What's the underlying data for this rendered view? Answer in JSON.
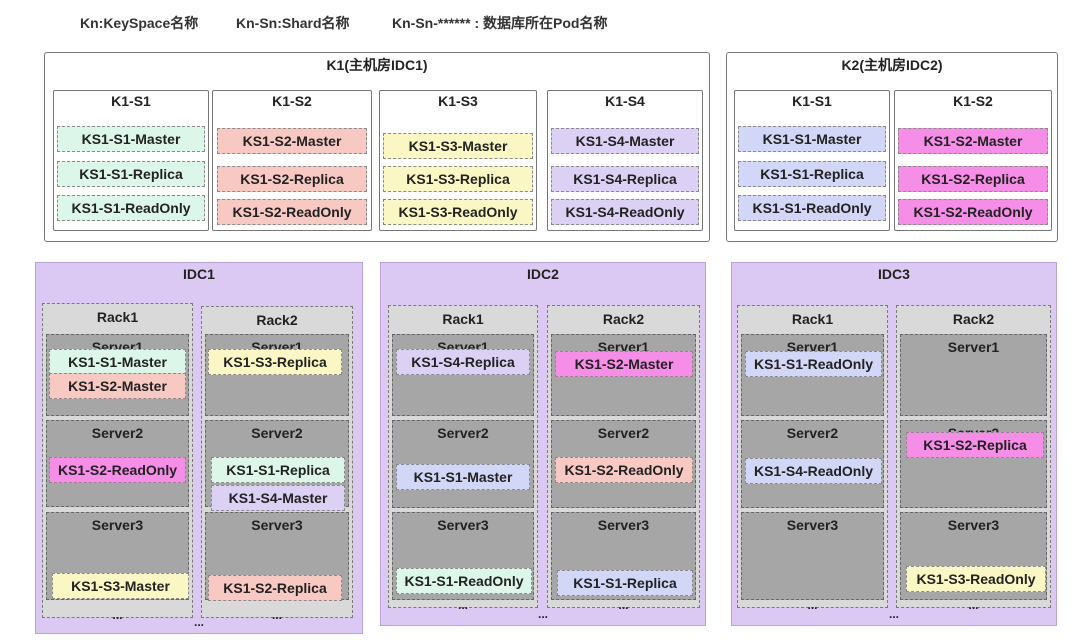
{
  "legend": {
    "keyspace": "Kn:KeySpace名称",
    "shard": "Kn-Sn:Shard名称",
    "pod": "Kn-Sn-****** : 数据库所在Pod名称"
  },
  "keyspaces": [
    {
      "title": "K1(主机房IDC1)",
      "shards": [
        {
          "title": "K1-S1",
          "pods": [
            "KS1-S1-Master",
            "KS1-S1-Replica",
            "KS1-S1-ReadOnly"
          ]
        },
        {
          "title": "K1-S2",
          "pods": [
            "KS1-S2-Master",
            "KS1-S2-Replica",
            "KS1-S2-ReadOnly"
          ]
        },
        {
          "title": "K1-S3",
          "pods": [
            "KS1-S3-Master",
            "KS1-S3-Replica",
            "KS1-S3-ReadOnly"
          ]
        },
        {
          "title": "K1-S4",
          "pods": [
            "KS1-S4-Master",
            "KS1-S4-Replica",
            "KS1-S4-ReadOnly"
          ]
        }
      ]
    },
    {
      "title": "K2(主机房IDC2)",
      "shards": [
        {
          "title": "K1-S1",
          "pods": [
            "KS1-S1-Master",
            "KS1-S1-Replica",
            "KS1-S1-ReadOnly"
          ]
        },
        {
          "title": "K1-S2",
          "pods": [
            "KS1-S2-Master",
            "KS1-S2-Replica",
            "KS1-S2-ReadOnly"
          ]
        }
      ]
    }
  ],
  "idcs": [
    {
      "title": "IDC1",
      "racks": [
        {
          "title": "Rack1",
          "servers": [
            {
              "title": "Server1",
              "pods": [
                "KS1-S1-Master",
                "KS1-S2-Master"
              ]
            },
            {
              "title": "Server2",
              "pods": [
                "KS1-S2-ReadOnly"
              ]
            },
            {
              "title": "Server3",
              "pods": [
                "KS1-S3-Master"
              ]
            }
          ],
          "more": "..."
        },
        {
          "title": "Rack2",
          "servers": [
            {
              "title": "Server1",
              "pods": [
                "KS1-S3-Replica"
              ]
            },
            {
              "title": "Server2",
              "pods": [
                "KS1-S1-Replica",
                "KS1-S4-Master"
              ]
            },
            {
              "title": "Server3",
              "pods": [
                "KS1-S2-Replica"
              ]
            }
          ],
          "more": "..."
        }
      ],
      "more": "..."
    },
    {
      "title": "IDC2",
      "racks": [
        {
          "title": "Rack1",
          "servers": [
            {
              "title": "Server1",
              "pods": [
                "KS1-S4-Replica"
              ]
            },
            {
              "title": "Server2",
              "pods": [
                "KS1-S1-Master"
              ]
            },
            {
              "title": "Server3",
              "pods": [
                "KS1-S1-ReadOnly"
              ]
            }
          ],
          "more": "..."
        },
        {
          "title": "Rack2",
          "servers": [
            {
              "title": "Server1",
              "pods": [
                "KS1-S2-Master"
              ]
            },
            {
              "title": "Server2",
              "pods": [
                "KS1-S2-ReadOnly"
              ]
            },
            {
              "title": "Server3",
              "pods": [
                "KS1-S1-Replica"
              ]
            }
          ],
          "more": "..."
        }
      ],
      "more": "..."
    },
    {
      "title": "IDC3",
      "racks": [
        {
          "title": "Rack1",
          "servers": [
            {
              "title": "Server1",
              "pods": [
                "KS1-S1-ReadOnly"
              ]
            },
            {
              "title": "Server2",
              "pods": [
                "KS1-S4-ReadOnly"
              ]
            },
            {
              "title": "Server3",
              "pods": []
            }
          ],
          "more": "..."
        },
        {
          "title": "Rack2",
          "servers": [
            {
              "title": "Server1",
              "pods": []
            },
            {
              "title": "Server2",
              "pods": [
                "KS1-S2-Replica"
              ]
            },
            {
              "title": "Server3",
              "pods": [
                "KS1-S3-ReadOnly"
              ]
            }
          ],
          "more": "..."
        }
      ],
      "more": "..."
    }
  ],
  "colors": {
    "ks1_s1": "#dcf7ea",
    "ks1_s2": "#f8c9c3",
    "ks1_s3": "#fbf7c4",
    "ks1_s4": "#dcd0f4",
    "ks2_s1": "#d3d7f7",
    "ks2_s2": "#f68ee8",
    "idc_background": "#dcc9f3",
    "rack_background": "#d9d9d9",
    "server_background": "#a6a6a6"
  }
}
